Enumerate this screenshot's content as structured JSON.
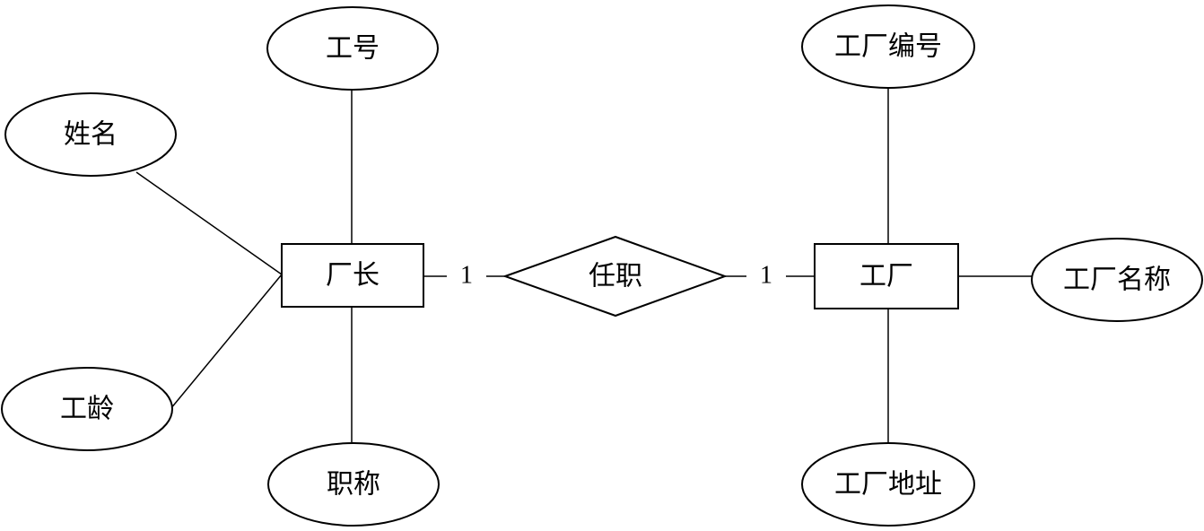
{
  "entities": {
    "director": "厂长",
    "factory": "工厂"
  },
  "relationship": {
    "label": "任职",
    "card_left": "1",
    "card_right": "1"
  },
  "director_attributes": {
    "id": "工号",
    "name": "姓名",
    "seniority": "工龄",
    "title": "职称"
  },
  "factory_attributes": {
    "number": "工厂编号",
    "name": "工厂名称",
    "address": "工厂地址"
  }
}
